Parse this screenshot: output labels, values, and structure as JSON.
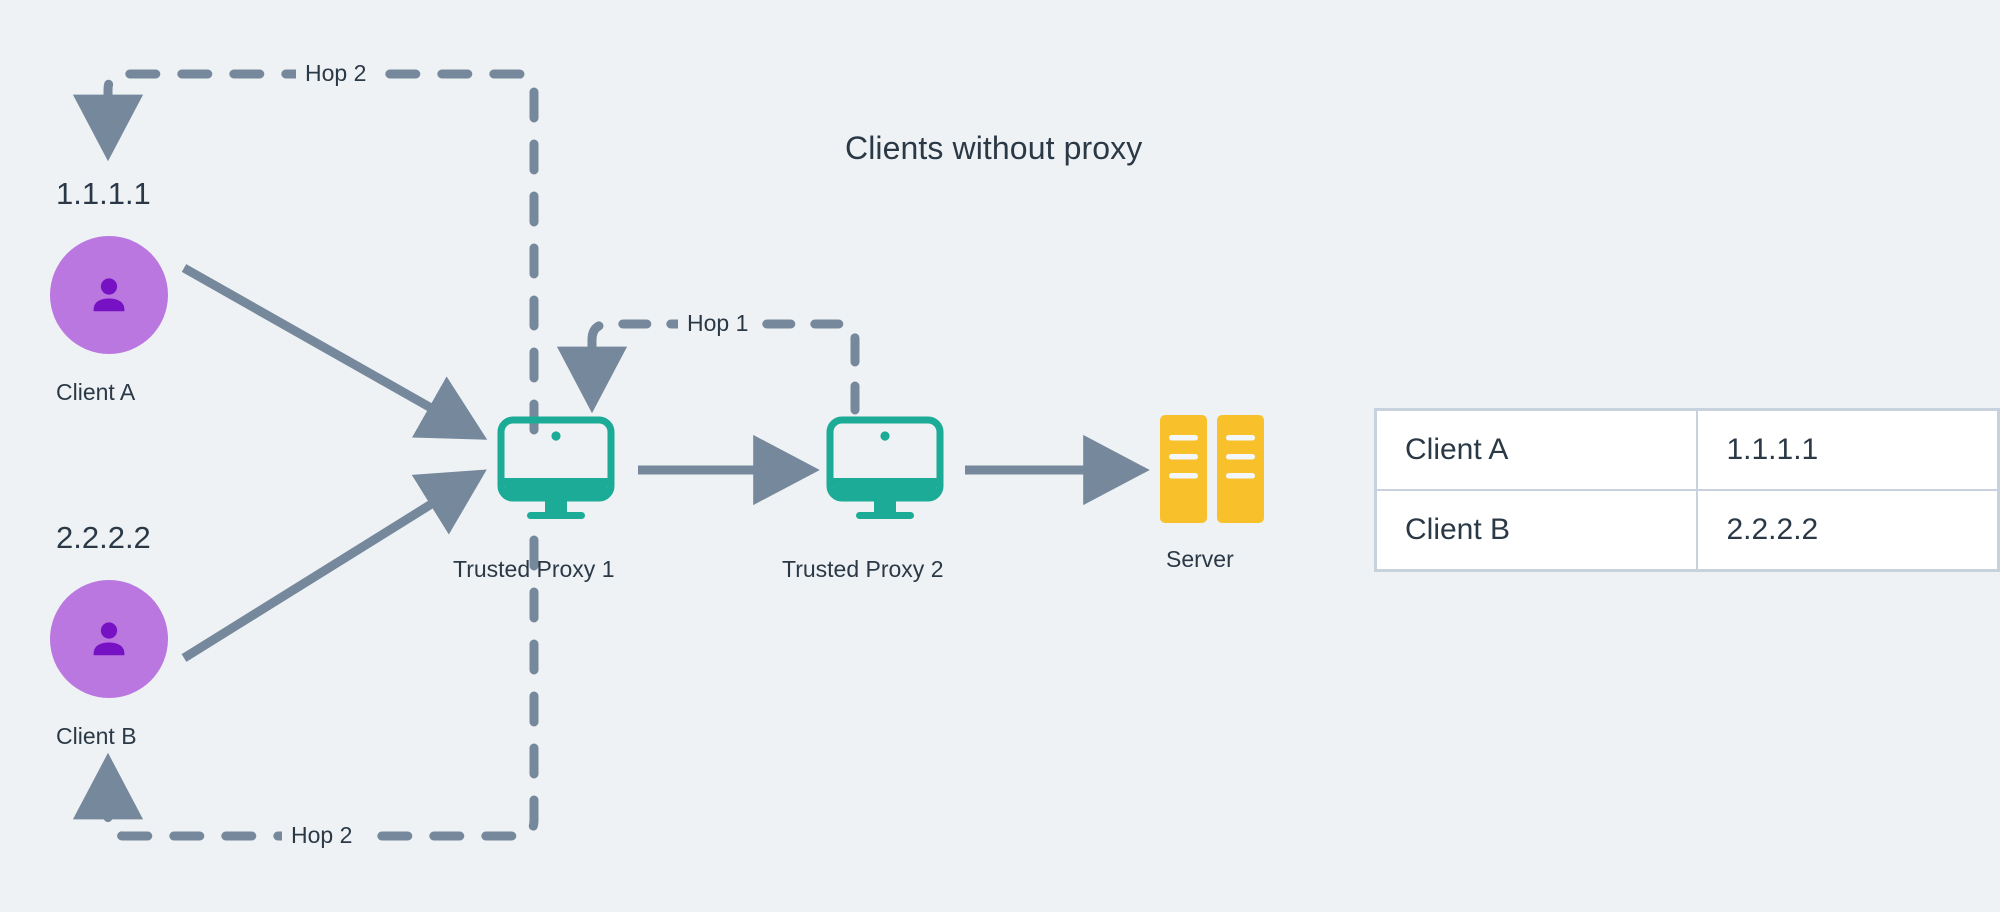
{
  "diagram": {
    "title": "Clients without proxy",
    "background_color": "#eef2f5",
    "accent_colors": {
      "connector": "#76889b",
      "text": "#2b3947",
      "avatar_circle": "#bb77e0",
      "avatar_glyph": "#7712c4",
      "monitor": "#1cab96",
      "server": "#f8c12c",
      "table_border": "#c7d2dc",
      "table_cell": "#ffffff"
    }
  },
  "nodes": {
    "client_a": {
      "ip": "1.1.1.1",
      "label": "Client A",
      "icon": "person-avatar-icon"
    },
    "client_b": {
      "ip": "2.2.2.2",
      "label": "Client B",
      "icon": "person-avatar-icon"
    },
    "proxy_1": {
      "label": "Trusted Proxy 1",
      "icon": "monitor-icon"
    },
    "proxy_2": {
      "label": "Trusted Proxy 2",
      "icon": "monitor-icon"
    },
    "server": {
      "label": "Server",
      "icon": "server-rack-icon"
    }
  },
  "connectors": {
    "hop_top": {
      "label": "Hop 2",
      "style": "dashed",
      "direction": "to-client-a"
    },
    "hop_middle": {
      "label": "Hop 1",
      "style": "dashed",
      "direction": "to-proxy-1"
    },
    "hop_bottom": {
      "label": "Hop 2",
      "style": "dashed",
      "direction": "to-client-b"
    },
    "client_a_to_proxy1": {
      "label": "",
      "style": "solid"
    },
    "client_b_to_proxy1": {
      "label": "",
      "style": "solid"
    },
    "proxy1_to_proxy2": {
      "label": "",
      "style": "solid"
    },
    "proxy2_to_server": {
      "label": "",
      "style": "solid"
    }
  },
  "table": {
    "rows": [
      {
        "name": "Client A",
        "ip": "1.1.1.1"
      },
      {
        "name": "Client B",
        "ip": "2.2.2.2"
      }
    ]
  }
}
